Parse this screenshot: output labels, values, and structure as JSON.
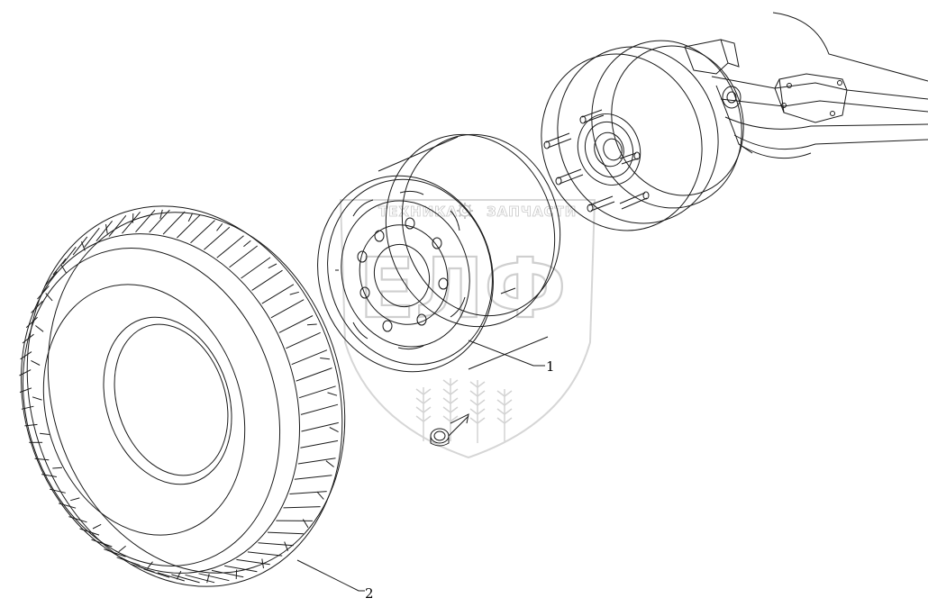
{
  "drawing": {
    "callouts": [
      {
        "id": "1",
        "label": "1"
      },
      {
        "id": "2",
        "label": "2"
      }
    ]
  },
  "watermark": {
    "line1_left": "ТЕХНИКА",
    "line1_right": "ЗАПЧАСТИ",
    "logo_text": "ЕЛФ",
    "gear_icon": "gear-icon",
    "color": "#c9c9c9"
  },
  "colors": {
    "line": "#1a1a1a",
    "watermark": "#cfcfcf",
    "background": "#ffffff"
  }
}
